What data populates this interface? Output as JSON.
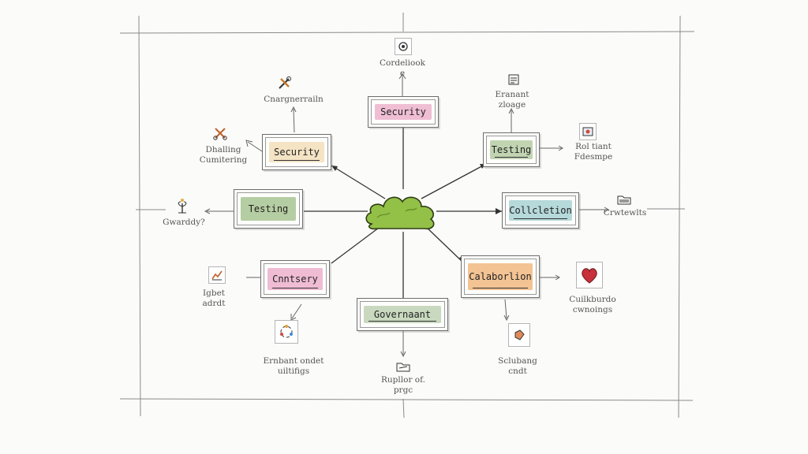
{
  "diagram": {
    "center": {
      "icon": "cloud-icon",
      "color": "#93c047"
    },
    "nodes": [
      {
        "id": "top",
        "label": "Security",
        "fill": "#ecb3cb"
      },
      {
        "id": "upper-left",
        "label": "Security",
        "fill": "#f2dfba"
      },
      {
        "id": "upper-right",
        "label": "Testing",
        "fill": "#b6cca4"
      },
      {
        "id": "left",
        "label": "Testing",
        "fill": "#a8c492"
      },
      {
        "id": "right",
        "label": "Collcletion",
        "fill": "#a9d2d3"
      },
      {
        "id": "lower-left",
        "label": "Cnntsery",
        "fill": "#ecb0cc"
      },
      {
        "id": "lower-right",
        "label": "Calaborlion",
        "fill": "#f1b880"
      },
      {
        "id": "bottom",
        "label": "Governaant",
        "fill": "#bfd2b4"
      }
    ],
    "captions": [
      {
        "id": "top",
        "lines": [
          "Cordeliook",
          "e"
        ],
        "icon": "target-icon"
      },
      {
        "id": "upper-left",
        "lines": [
          "Cnargnerrailn"
        ],
        "icon": "tools-icon"
      },
      {
        "id": "far-upper-left",
        "lines": [
          "Dhalling",
          "Cumitering"
        ],
        "icon": "scissors-icon"
      },
      {
        "id": "upper-right",
        "lines": [
          "Eranant",
          "zloage"
        ],
        "icon": "document-icon"
      },
      {
        "id": "far-upper-right",
        "lines": [
          "Rol tiant",
          "Fdesmpe"
        ],
        "icon": "certificate-icon"
      },
      {
        "id": "left",
        "lines": [
          "Gwarddy?"
        ],
        "icon": "plant-icon"
      },
      {
        "id": "right",
        "lines": [
          "Crwtewlts"
        ],
        "icon": "folder-icon"
      },
      {
        "id": "lower-left",
        "lines": [
          "Igbet",
          "adrdt"
        ],
        "icon": "chart-icon"
      },
      {
        "id": "lower-left-bottom",
        "lines": [
          "Ernbant ondet",
          "uiltifigs"
        ],
        "icon": "cycle-icon"
      },
      {
        "id": "bottom",
        "lines": [
          "Rupllor of.",
          "prgc"
        ],
        "icon": "folder-icon"
      },
      {
        "id": "lower-right-bottom",
        "lines": [
          "Sclubang",
          "cndt"
        ],
        "icon": "tag-icon"
      },
      {
        "id": "lower-right",
        "lines": [
          "Cuilkburdo",
          "cwnoings"
        ],
        "icon": "heart-icon"
      }
    ]
  }
}
